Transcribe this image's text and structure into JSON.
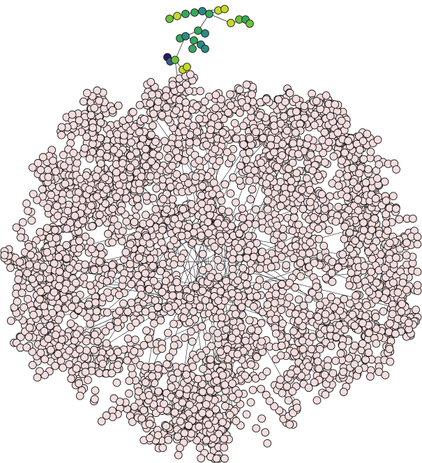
{
  "diagram": {
    "type": "force-directed network graph",
    "colors": {
      "background": "#ffffff",
      "node_fill": "#f5dede",
      "node_stroke": "#1a1a1a",
      "edge": "#1e1e1e",
      "highlight_palette": [
        "#2e1a5e",
        "#2f5f8a",
        "#2a8a86",
        "#35a85c",
        "#6cc23a",
        "#c6d92a"
      ]
    },
    "nodes": {
      "shape": "circle",
      "style": "pale pink fill with dark outline",
      "approximate_count": 2400
    },
    "highlighted_cluster": {
      "location": "top",
      "style": "nodes colored with a viridis-like palette (dark purple, blue, teal, green, yellow)"
    },
    "labels": []
  }
}
